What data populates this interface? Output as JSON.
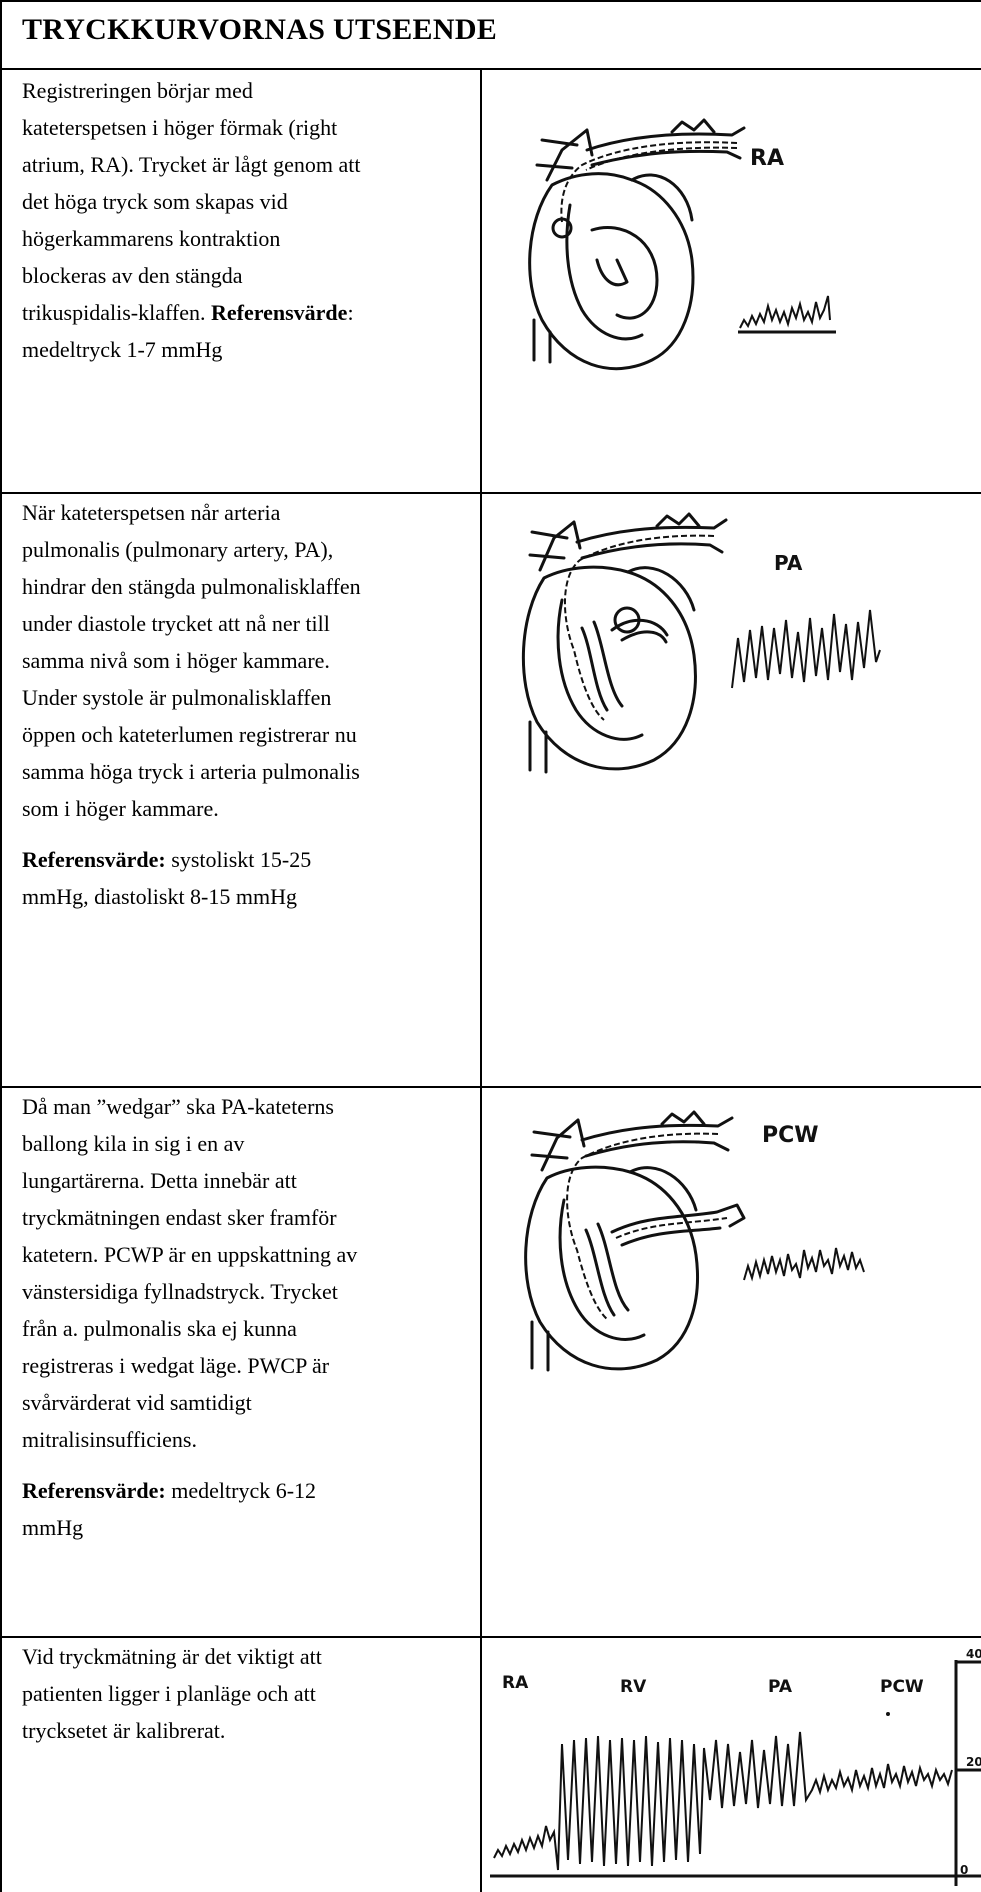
{
  "document": {
    "title": "TRYCKKURVORNAS UTSEENDE",
    "rows": [
      {
        "paragraphs": [
          {
            "text": "Registreringen börjar med kateterspetsen i höger förmak (right atrium, RA). Trycket är lågt genom att det höga tryck som skapas vid högerkammarens kontraktion blockeras av den stängda trikuspidalis-klaffen.",
            "ref_label": "Referensvärde",
            "ref_text": ": medeltryck 1-7 mmHg"
          }
        ],
        "figure": {
          "labels": [
            "RA"
          ],
          "icon": "heart-catheter-diagram"
        }
      },
      {
        "paragraphs": [
          {
            "text": "När kateterspetsen når arteria pulmonalis (pulmonary artery, PA), hindrar den stängda pulmonalisklaffen under diastole trycket att nå ner till samma nivå som i höger kammare. Under systole är pulmonalisklaffen öppen och kateterlumen registrerar nu samma höga tryck i arteria pulmonalis som i höger kammare."
          },
          {
            "ref_label": "Referensvärde:",
            "ref_text": " systoliskt 15-25 mmHg, diastoliskt 8-15 mmHg"
          }
        ],
        "figure": {
          "labels": [
            "PA"
          ],
          "icon": "heart-catheter-diagram"
        }
      },
      {
        "paragraphs": [
          {
            "text": "Då man ”wedgar” ska PA-kateterns ballong kila in sig i en av lungartärerna. Detta innebär att tryckmätningen endast sker framför katetern. PCWP är en uppskattning av vänstersidiga fyllnadstryck. Trycket från a. pulmonalis ska ej kunna registreras i wedgat läge. PWCP är svårvärderat vid samtidigt mitralisinsufficiens."
          },
          {
            "ref_label": "Referensvärde:",
            "ref_text": " medeltryck 6-12 mmHg"
          }
        ],
        "figure": {
          "labels": [
            "PCW"
          ],
          "icon": "heart-catheter-diagram"
        }
      },
      {
        "paragraphs": [
          {
            "text": "Vid tryckmätning är det viktigt att patienten ligger i planläge och att trycksetet är kalibrerat."
          }
        ],
        "figure": {
          "labels": [
            "RA",
            "RV",
            "PA",
            "PCW"
          ],
          "scale_ticks": [
            "40",
            "20",
            "0"
          ],
          "icon": "pressure-trace"
        }
      }
    ]
  }
}
